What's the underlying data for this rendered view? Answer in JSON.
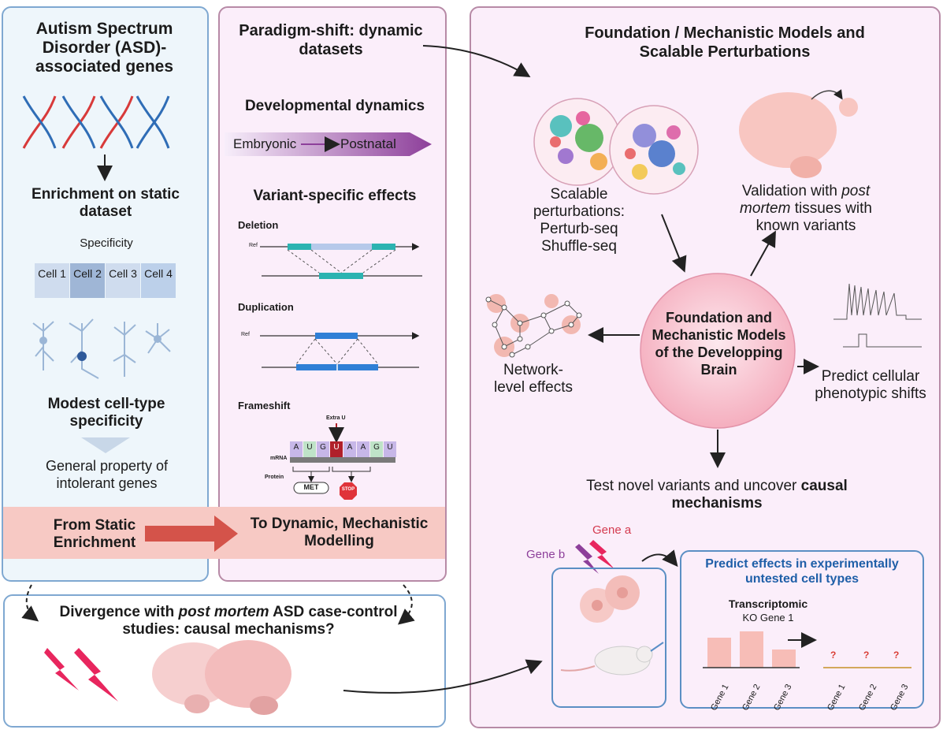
{
  "left_panel": {
    "title": "Autism Spectrum Disorder (ASD)- associated genes",
    "enrichment": "Enrichment on static dataset",
    "specificity_label": "Specificity",
    "cells": [
      "Cell 1",
      "Cell 2",
      "Cell 3",
      "Cell 4"
    ],
    "modest": "Modest cell-type specificity",
    "general": "General property of intolerant genes",
    "from_static": "From Static Enrichment"
  },
  "middle_panel": {
    "title": "Paradigm-shift: dynamic datasets",
    "dev_dynamics": "Developmental dynamics",
    "embryonic": "Embryonic",
    "postnatal": "Postnatal",
    "variant_effects": "Variant-specific effects",
    "deletion": "Deletion",
    "duplication": "Duplication",
    "frameshift": "Frameshift",
    "ref": "Ref",
    "extra_u": "Extra U",
    "mrna": "mRNA",
    "protein": "Protein",
    "codons": [
      "A",
      "U",
      "G",
      "U",
      "A",
      "A",
      "G",
      "U"
    ],
    "met": "MET",
    "stop": "STOP",
    "to_dynamic": "To Dynamic, Mechanistic Modelling"
  },
  "bottom_panel": {
    "title_pre": "Divergence with ",
    "title_em": "post mortem",
    "title_post": " ASD case-control studies: causal mechanisms?"
  },
  "right_panel": {
    "title": "Foundation / Mechanistic Models and Scalable Perturbations",
    "scalable": "Scalable perturbations: Perturb-seq Shuffle-seq",
    "validation_pre": "Validation with ",
    "validation_em": "post mortem",
    "validation_post": " tissues with known variants",
    "center": "Foundation and Mechanistic Models of the Developping Brain",
    "network": "Network-level effects",
    "predict_cellular": "Predict cellular phenotypic shifts",
    "test_pre": "Test novel variants and uncover ",
    "test_bold": "causal mechanisms",
    "gene_a": "Gene a",
    "gene_b": "Gene b",
    "predict_title": "Predict effects in experimentally untested cell types",
    "transcriptomic": "Transcriptomic",
    "ko": "KO Gene 1",
    "genes": [
      "Gene 1",
      "Gene 2",
      "Gene 3"
    ],
    "question": "?"
  },
  "colors": {
    "blue_panel_fill": "#eef6fb",
    "pink_panel_fill": "#fbeefa",
    "panel_border_blue": "#7fa8d1",
    "panel_border_mauve": "#b78aa6",
    "banner": "#f7c9c4",
    "accent_red": "#d4534a",
    "purple": "#8d3f9a",
    "title_blue": "#1f5fa8"
  }
}
